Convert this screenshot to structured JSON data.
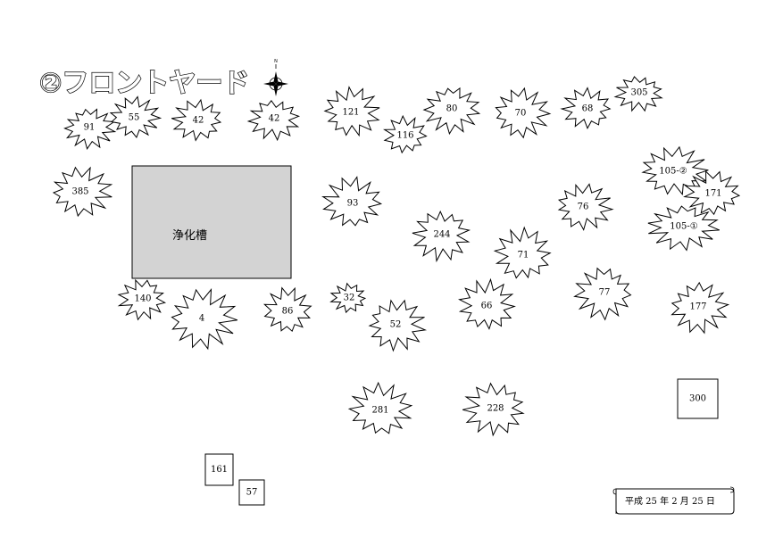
{
  "title": "②フロントヤード",
  "compass": {
    "north_label": "N"
  },
  "tank": {
    "label": "浄化槽",
    "fill": "#d3d3d3"
  },
  "date": "平成 25 年 2 月 25 日",
  "plants": [
    {
      "label": "91",
      "shape": "burst"
    },
    {
      "label": "55",
      "shape": "burst"
    },
    {
      "label": "42",
      "shape": "burst"
    },
    {
      "label": "42",
      "shape": "burst"
    },
    {
      "label": "121",
      "shape": "burst"
    },
    {
      "label": "116",
      "shape": "burst"
    },
    {
      "label": "80",
      "shape": "burst"
    },
    {
      "label": "70",
      "shape": "burst"
    },
    {
      "label": "68",
      "shape": "burst"
    },
    {
      "label": "305",
      "shape": "burst"
    },
    {
      "label": "105-②",
      "shape": "burst"
    },
    {
      "label": "171",
      "shape": "burst"
    },
    {
      "label": "105-①",
      "shape": "burst"
    },
    {
      "label": "385",
      "shape": "burst"
    },
    {
      "label": "93",
      "shape": "burst"
    },
    {
      "label": "244",
      "shape": "burst"
    },
    {
      "label": "76",
      "shape": "burst"
    },
    {
      "label": "71",
      "shape": "burst"
    },
    {
      "label": "140",
      "shape": "burst"
    },
    {
      "label": "4",
      "shape": "burst"
    },
    {
      "label": "86",
      "shape": "burst"
    },
    {
      "label": "32",
      "shape": "burst"
    },
    {
      "label": "52",
      "shape": "burst"
    },
    {
      "label": "66",
      "shape": "burst"
    },
    {
      "label": "77",
      "shape": "burst"
    },
    {
      "label": "177",
      "shape": "burst"
    },
    {
      "label": "281",
      "shape": "burst"
    },
    {
      "label": "228",
      "shape": "burst"
    },
    {
      "label": "300",
      "shape": "box"
    },
    {
      "label": "161",
      "shape": "box"
    },
    {
      "label": "57",
      "shape": "box"
    }
  ]
}
